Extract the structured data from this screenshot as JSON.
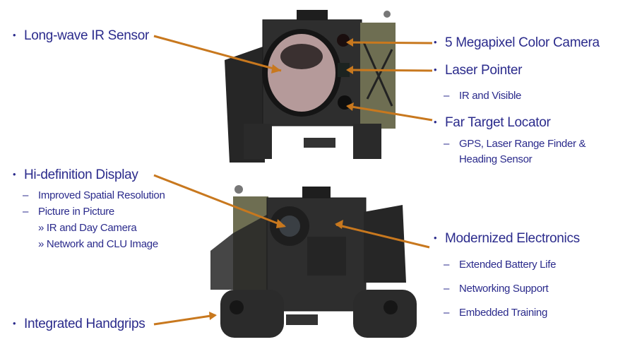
{
  "colors": {
    "text": "#2b2b8c",
    "arrow": "#c8781e",
    "device_body": "#2c2c2c",
    "device_panel": "#7d7d5e"
  },
  "bullets": {
    "lwir": "Long-wave IR Sensor",
    "camera": "5 Megapixel Color Camera",
    "laser": "Laser Pointer",
    "laser_sub": "IR and Visible",
    "ftl": "Far Target Locator",
    "ftl_sub1": "GPS, Laser Range Finder &",
    "ftl_sub2": "Heading Sensor",
    "display": "Hi-definition Display",
    "display_sub1": "Improved Spatial Resolution",
    "display_sub2": "Picture in Picture",
    "display_sub2a": "IR and Day Camera",
    "display_sub2b": "Network and CLU Image",
    "electronics": "Modernized Electronics",
    "elec_sub1": "Extended Battery Life",
    "elec_sub2": "Networking Support",
    "elec_sub3": "Embedded Training",
    "handgrips": "Integrated Handgrips"
  },
  "glyphs": {
    "bullet": "•",
    "dash": "–",
    "chevron": "»"
  }
}
